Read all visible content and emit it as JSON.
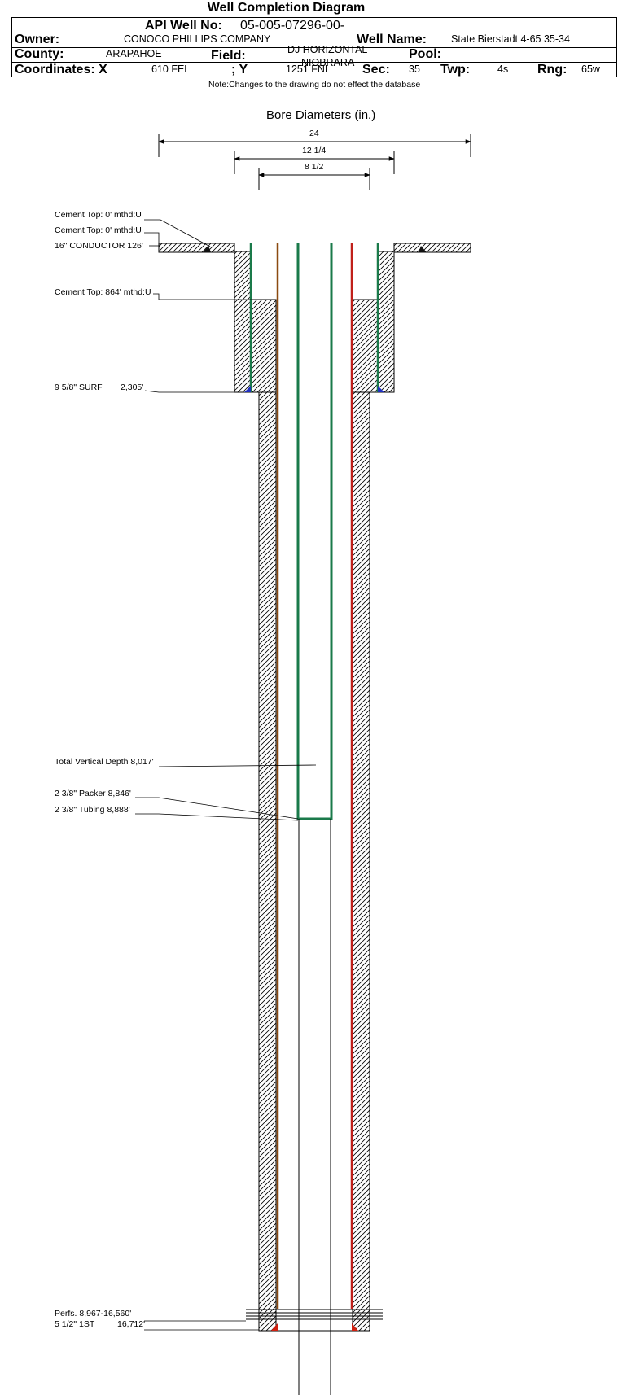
{
  "title": "Well Completion Diagram",
  "header": {
    "api_label": "API Well No:",
    "api_value": "05-005-07296-00-",
    "owner_label": "Owner:",
    "owner_value": "CONOCO PHILLIPS COMPANY",
    "well_name_label": "Well Name:",
    "well_name_value": "State Bierstadt 4-65 35-34",
    "county_label": "County:",
    "county_value": "ARAPAHOE",
    "field_label": "Field:",
    "field_value_line1": "DJ HORIZONTAL",
    "field_value_line2": "NIOBRARA",
    "pool_label": "Pool:",
    "coords_label": "Coordinates: X",
    "x_value": "610 FEL",
    "y_label": "; Y",
    "y_value": "1251 FNL",
    "sec_label": "Sec:",
    "sec_value": "35",
    "twp_label": "Twp:",
    "twp_value": "4s",
    "rng_label": "Rng:",
    "rng_value": "65w"
  },
  "note": "Note:Changes to the drawing do not effect the database",
  "bore_diameters": {
    "title": "Bore Diameters (in.)",
    "values": [
      "24",
      "12 1/4",
      "8 1/2"
    ]
  },
  "annotations": {
    "cement_top_1": "Cement Top: 0' mthd:U",
    "cement_top_2": "Cement Top: 0' mthd:U",
    "conductor": "16\" CONDUCTOR  126'",
    "cement_top_3": "Cement Top: 864' mthd:U",
    "surf_casing": "9 5/8\" SURF",
    "surf_depth": "2,305'",
    "tvd": "Total Vertical Depth 8,017'",
    "packer": "2 3/8\" Packer 8,846'",
    "tubing": "2 3/8\" Tubing 8,888'",
    "perfs": "Perfs. 8,967-16,560'",
    "production_casing": "5 1/2\" 1ST",
    "production_depth": "16,712'"
  },
  "colors": {
    "conductor_casing": "#1a7a4a",
    "tubing": "#1a7a4a",
    "production_left": "#8b4a10",
    "production_right": "#c0201a",
    "surface_shoe": "#2030c0",
    "perf_shoe": "#d02010"
  }
}
